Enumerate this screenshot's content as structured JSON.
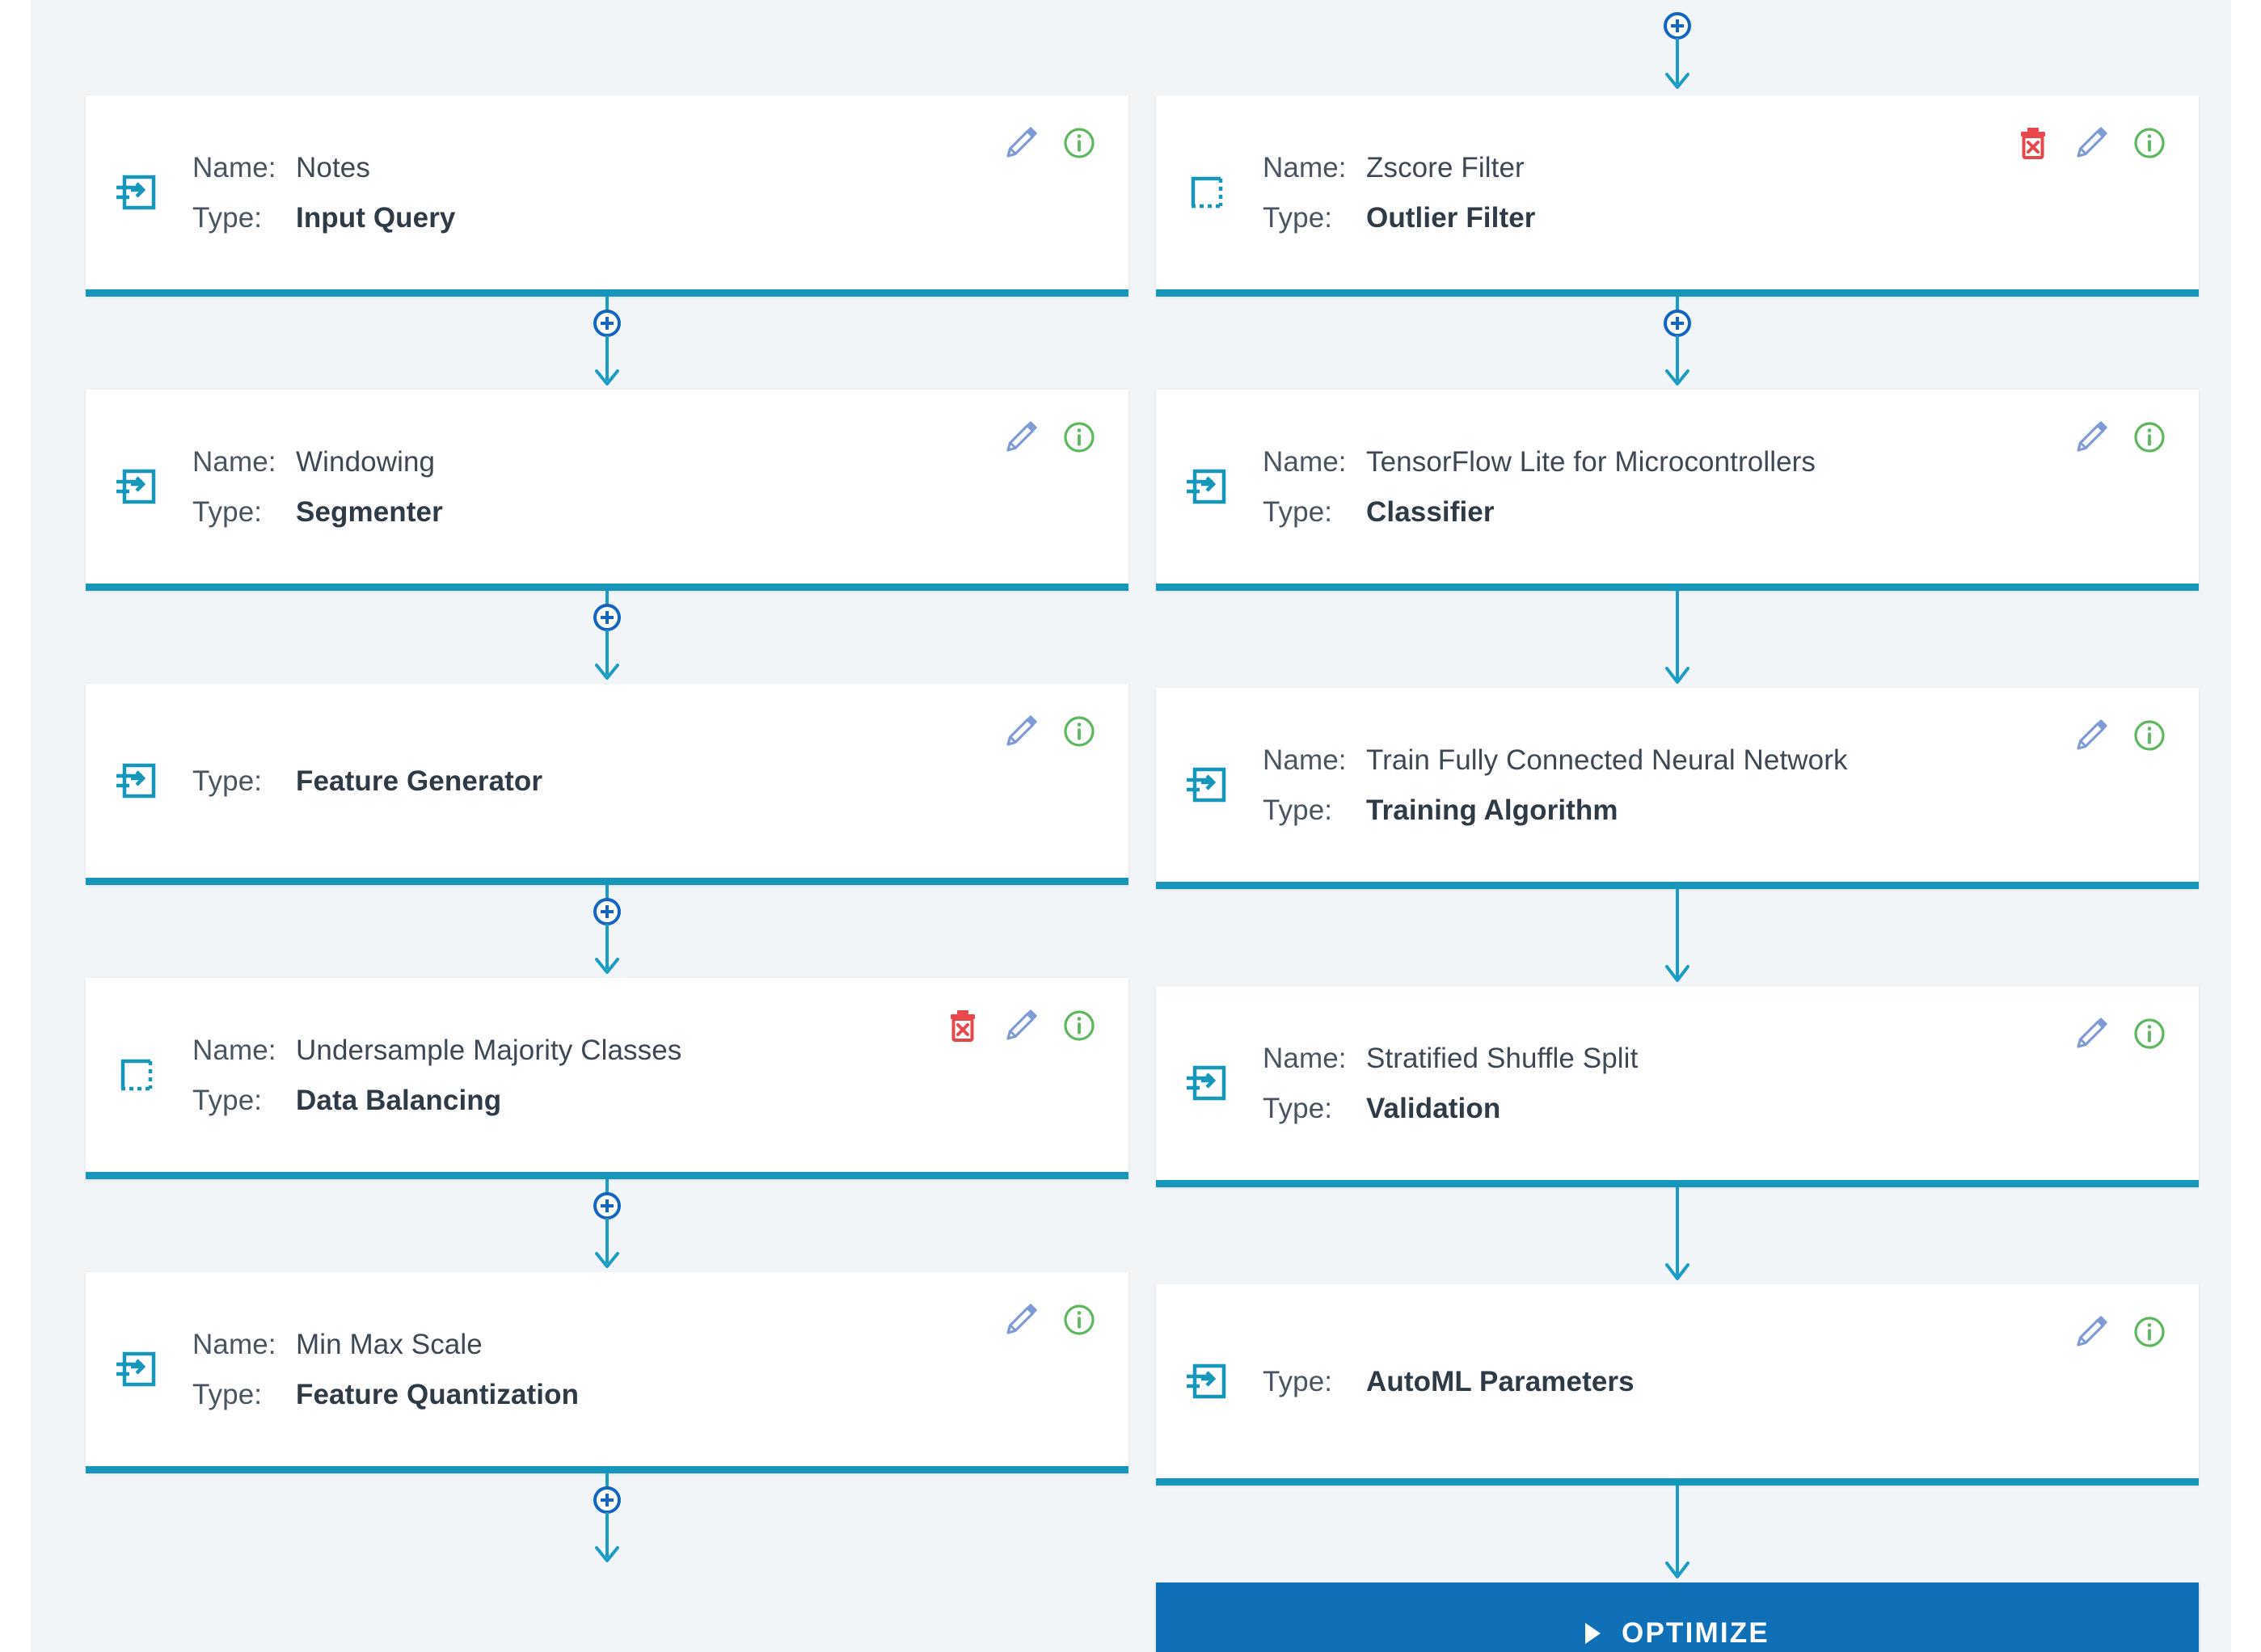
{
  "colors": {
    "canvas": "#f2f5f7",
    "card_accent": "#1696b8",
    "connector": "#1b9cc4",
    "plus_circle": "#1565c0",
    "edit_icon": "#7e9bd6",
    "info_icon": "#5cb85c",
    "delete_icon": "#e8474c",
    "optimize_button": "#0f70b7"
  },
  "labels": {
    "name": "Name:",
    "type": "Type:"
  },
  "left_column": {
    "steps": [
      {
        "icon": "input-arrow-box-icon",
        "name": "Notes",
        "type": "Input Query",
        "has_delete": false,
        "has_edit": true,
        "has_info": true,
        "show_name": true
      },
      {
        "icon": "input-arrow-box-icon",
        "name": "Windowing",
        "type": "Segmenter",
        "has_delete": false,
        "has_edit": true,
        "has_info": true,
        "show_name": true
      },
      {
        "icon": "input-arrow-box-icon",
        "name": "",
        "type": "Feature Generator",
        "has_delete": false,
        "has_edit": true,
        "has_info": true,
        "show_name": false
      },
      {
        "icon": "dashed-square-icon",
        "name": "Undersample Majority Classes",
        "type": "Data Balancing",
        "has_delete": true,
        "has_edit": true,
        "has_info": true,
        "show_name": true
      },
      {
        "icon": "input-arrow-box-icon",
        "name": "Min Max Scale",
        "type": "Feature Quantization",
        "has_delete": false,
        "has_edit": true,
        "has_info": true,
        "show_name": true
      }
    ],
    "connectors": [
      "plus",
      "plus",
      "plus",
      "plus",
      "plus"
    ]
  },
  "right_column": {
    "top_connector": "plus",
    "steps": [
      {
        "icon": "dashed-square-icon",
        "name": "Zscore Filter",
        "type": "Outlier Filter",
        "has_delete": true,
        "has_edit": true,
        "has_info": true,
        "show_name": true
      },
      {
        "icon": "input-arrow-box-icon",
        "name": "TensorFlow Lite for Microcontrollers",
        "type": "Classifier",
        "has_delete": false,
        "has_edit": true,
        "has_info": true,
        "show_name": true
      },
      {
        "icon": "input-arrow-box-icon",
        "name": "Train Fully Connected Neural Network",
        "type": "Training Algorithm",
        "has_delete": false,
        "has_edit": true,
        "has_info": true,
        "show_name": true
      },
      {
        "icon": "input-arrow-box-icon",
        "name": "Stratified Shuffle Split",
        "type": "Validation",
        "has_delete": false,
        "has_edit": true,
        "has_info": true,
        "show_name": true
      },
      {
        "icon": "input-arrow-box-icon",
        "name": "",
        "type": "AutoML Parameters",
        "has_delete": false,
        "has_edit": true,
        "has_info": true,
        "show_name": false
      }
    ],
    "connectors": [
      "plus",
      "plain",
      "plain",
      "plain",
      "plain"
    ]
  },
  "optimize": {
    "label": "OPTIMIZE",
    "icon": "play-triangle-icon"
  }
}
